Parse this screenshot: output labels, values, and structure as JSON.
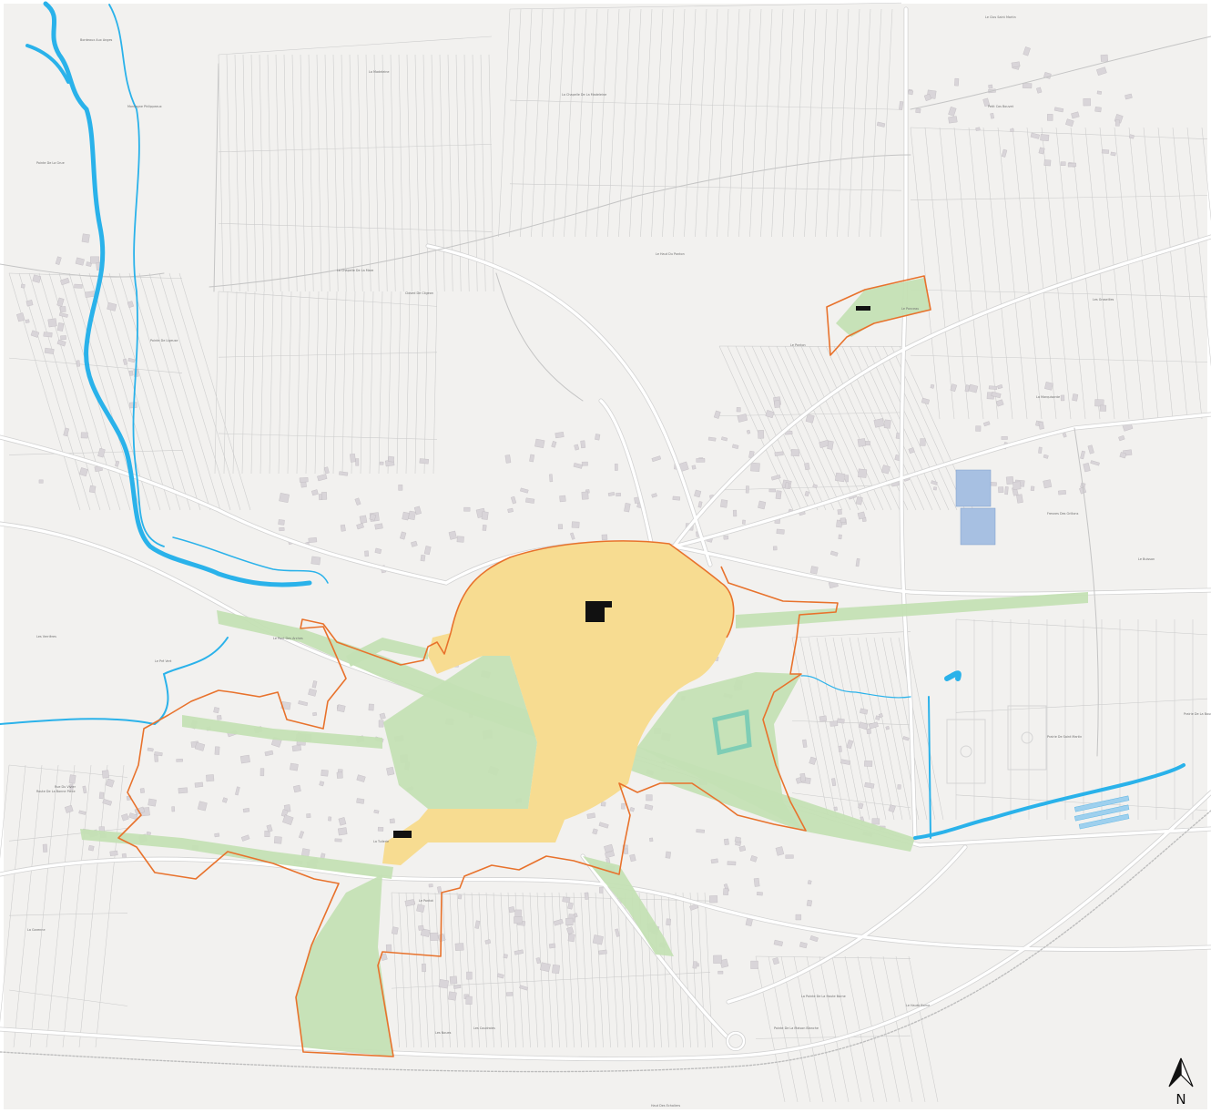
{
  "map": {
    "colors": {
      "background": "#f2f1ef",
      "road": "#ffffff",
      "road_casing": "#cfcfcf",
      "parcel_line": "#c9c9c9",
      "building": "#d7d3d8",
      "water": "#2ab2ea",
      "zone_center": "#f7dc91",
      "zone_green": "#c4e0b4",
      "perimeter": "#e8722c",
      "solar": "#9fbbe0",
      "landmark": "#111111"
    },
    "north_label": "N",
    "place_labels": [
      "Bordeaux Aux Anges",
      "Montagne Philippeaux",
      "Pointe De La Grue",
      "Pointe De Ligeuse",
      "La Chapelle De La Madeleine",
      "La Madeleine",
      "La Chapelle De La Mare",
      "Closed De Cligeon",
      "Le Haut Du Ponton",
      "Le Ponton",
      "La Marquisante",
      "Petit Cas Bouvet",
      "Le Clos Saint Martin",
      "Le Buisson",
      "Les Groseilles",
      "Prairie De Saint Martin",
      "Prairie De La Bourgogne",
      "La Pointe De La Haute Borne",
      "Le Haute Borne",
      "La Garenne",
      "Les Verrières",
      "Route De La Bonne Piece",
      "Le Pré Vert",
      "Rue Du Vivier",
      "Le Pont Des Arches",
      "Les Noues",
      "Le Pontot",
      "Fresnes Des Grillons",
      "Pointe De La Maison Blanche",
      "Le Ponceau",
      "La Tuilerie",
      "Les Coudraies",
      "Haut Des Echaliers"
    ]
  }
}
